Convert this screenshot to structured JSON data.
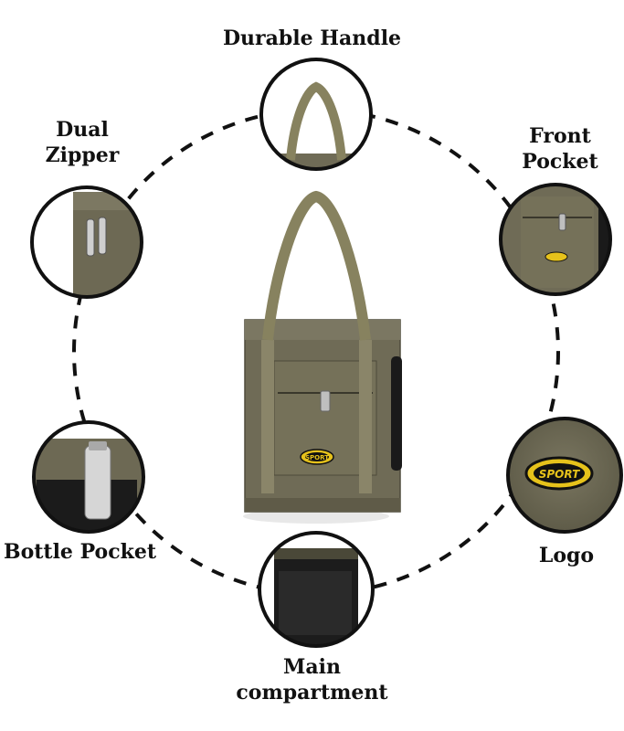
{
  "callouts": {
    "handle": {
      "label": "Durable Handle"
    },
    "zipper": {
      "line1": "Dual",
      "line2": "Zipper"
    },
    "front_pocket": {
      "line1": "Front",
      "line2": "Pocket"
    },
    "bottle_pocket": {
      "label": "Bottle Pocket"
    },
    "logo": {
      "label": "Logo"
    },
    "main": {
      "line1": "Main",
      "line2": "compartment"
    }
  },
  "product": {
    "badge_text": "SPORT"
  },
  "colors": {
    "bag_body": "#6f6b56",
    "bag_trim": "#878267",
    "logo_yellow": "#e6c21b",
    "logo_black": "#111111",
    "ring": "#111111"
  }
}
